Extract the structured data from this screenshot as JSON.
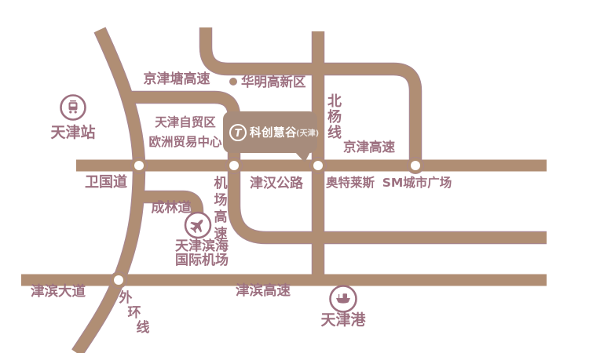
{
  "map": {
    "title_badge": {
      "logo_letter": "T",
      "name": "科创慧谷",
      "region": "(天津)"
    },
    "labels": {
      "jingjintang_expwy": "京津塘高速",
      "huaming_hightech": "华明高新区",
      "beiyang_line": "北杨线",
      "jingjin_expwy": "京津高速",
      "tianjin_station": "天津站",
      "ftz_line1": "天津自贸区",
      "ftz_line2": "欧洲贸易中心",
      "weiguo_rd": "卫国道",
      "jinhan_hwy": "津汉公路",
      "outlets": "奥特莱斯",
      "sm_plaza": "SM城市广场",
      "airport_expwy": "机场高速",
      "chenglin_rd": "成林道",
      "airport_line1": "天津滨海",
      "airport_line2": "国际机场",
      "jinbin_ave": "津滨大道",
      "outer_ring": "外环线",
      "jinbin_expwy": "津滨高速",
      "tianjin_port": "天津港"
    },
    "icons": {
      "station": "train-icon",
      "airport": "airplane-icon",
      "port": "ship-icon",
      "huaming_marker": "dot-marker"
    },
    "colors": {
      "road": "#b08e74",
      "road-outline": "#a8878f",
      "label": "#9d7080",
      "badge": "#a78c7c",
      "badge-text": "#ffffff",
      "background": "#ffffff"
    }
  }
}
